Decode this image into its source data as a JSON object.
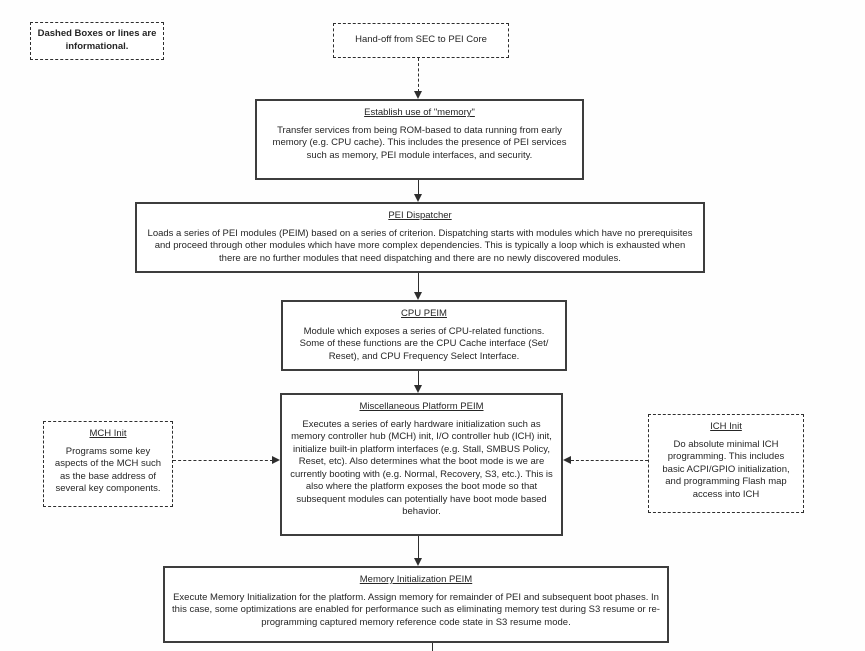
{
  "note": {
    "text": "Dashed Boxes or lines are informational."
  },
  "handoff": {
    "label": "Hand-off from SEC to PEI Core"
  },
  "establish": {
    "title": "Establish use of \"memory\"",
    "body": "Transfer services from being ROM-based to data running from early memory (e.g. CPU cache).  This includes the presence of PEI services such as memory, PEI module interfaces, and security."
  },
  "dispatcher": {
    "title": "PEI Dispatcher",
    "body": "Loads a series of PEI modules (PEIM) based on a series of criterion.  Dispatching starts with modules which have no prerequisites and proceed through other modules which have more complex dependencies.  This is typically a loop which is exhausted when there are no further modules that need dispatching and there are no newly discovered modules."
  },
  "cpu": {
    "title": "CPU PEIM",
    "body": "Module which exposes a series of CPU-related functions.  Some of these functions are the CPU Cache interface (Set/ Reset), and CPU Frequency Select Interface."
  },
  "misc": {
    "title": "Miscellaneous Platform PEIM",
    "body": "Executes a series of early hardware initialization such as memory controller hub (MCH) init, I/O controller hub (ICH) init, initialize built-in platform interfaces (e.g. Stall, SMBUS Policy, Reset, etc).   Also determines what the boot mode is we are currently booting with (e.g. Normal, Recovery, S3, etc.).  This is also where the platform exposes the boot mode so that subsequent modules can potentially have boot mode based behavior."
  },
  "mch": {
    "title": "MCH Init",
    "body": "Programs some key aspects of the MCH such as the base address of several key components."
  },
  "ich": {
    "title": "ICH Init",
    "body": "Do absolute minimal ICH programming.  This includes basic ACPI/GPIO initialization, and programming Flash map access into ICH"
  },
  "memory": {
    "title": "Memory Initialization PEIM",
    "body": "Execute Memory Initialization for the platform.  Assign memory for remainder of PEI and subsequent boot phases.  In this case, some optimizations are enabled for performance such as eliminating memory test during S3 resume or re-programming captured memory reference code state in S3 resume mode."
  },
  "colors": {
    "line": "#2e2e2e",
    "text": "#262626",
    "background": "#ffffff"
  }
}
